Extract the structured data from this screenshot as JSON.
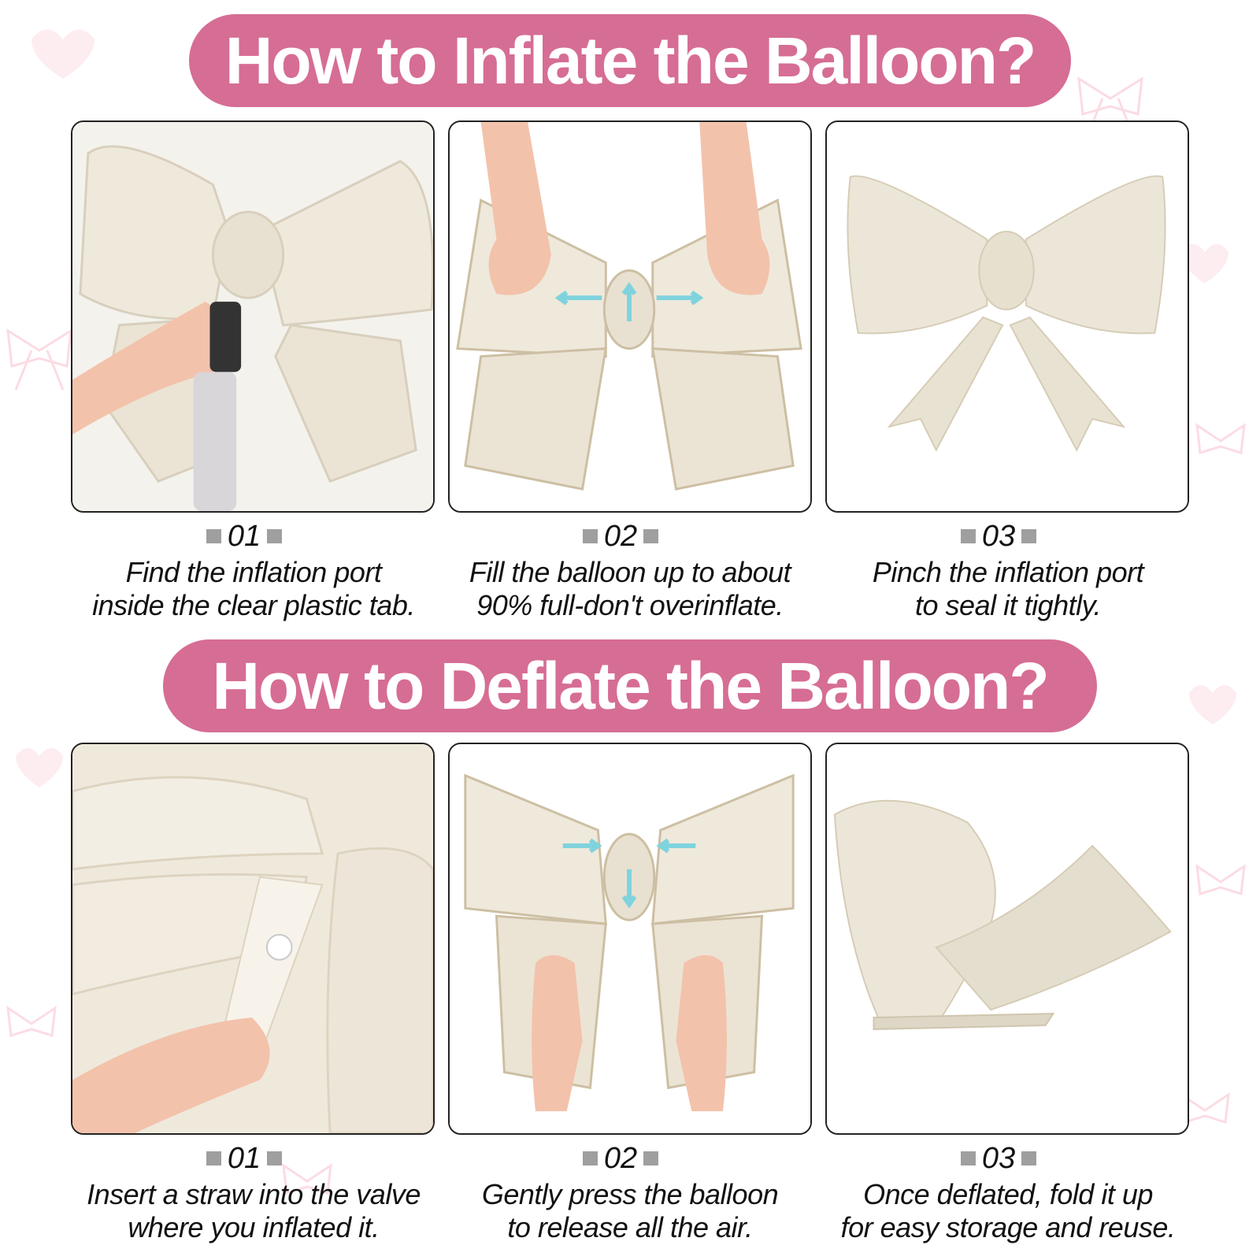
{
  "inflate": {
    "title": "How to Inflate the Balloon?",
    "steps": [
      {
        "num": "01",
        "line1": "Find the inflation port",
        "line2": "inside the clear plastic tab."
      },
      {
        "num": "02",
        "line1": "Fill the balloon up to about",
        "line2": "90% full-don't overinflate."
      },
      {
        "num": "03",
        "line1": "Pinch the inflation port",
        "line2": "to seal it tightly."
      }
    ]
  },
  "deflate": {
    "title": "How to Deflate the Balloon?",
    "steps": [
      {
        "num": "01",
        "line1": "Insert a straw into the valve",
        "line2": "where you inflated it."
      },
      {
        "num": "02",
        "line1": "Gently press the balloon",
        "line2": "to release all the air."
      },
      {
        "num": "03",
        "line1": "Once deflated, fold it up",
        "line2": "for easy storage and reuse."
      }
    ]
  },
  "colors": {
    "banner": "#d66d94",
    "balloon": "#efe9dc",
    "arrow": "#7fd3dd",
    "skin": "#f3c2ab"
  }
}
